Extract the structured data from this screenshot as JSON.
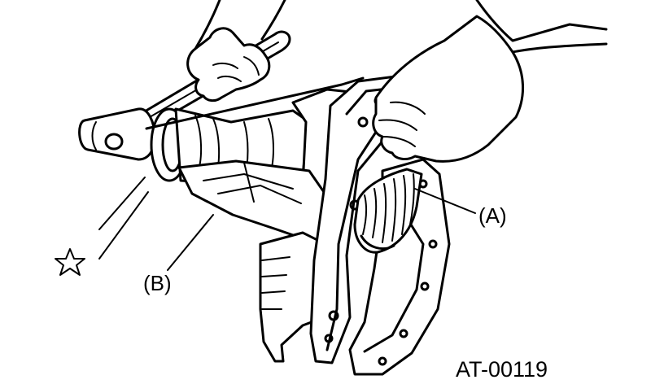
{
  "figure": {
    "callout_a": "(A)",
    "callout_b": "(B)",
    "figure_id": "AT-00119",
    "star_symbol": "☆"
  },
  "colors": {
    "ink": "#000000",
    "paper": "#ffffff"
  },
  "icons": [
    "star-icon"
  ]
}
